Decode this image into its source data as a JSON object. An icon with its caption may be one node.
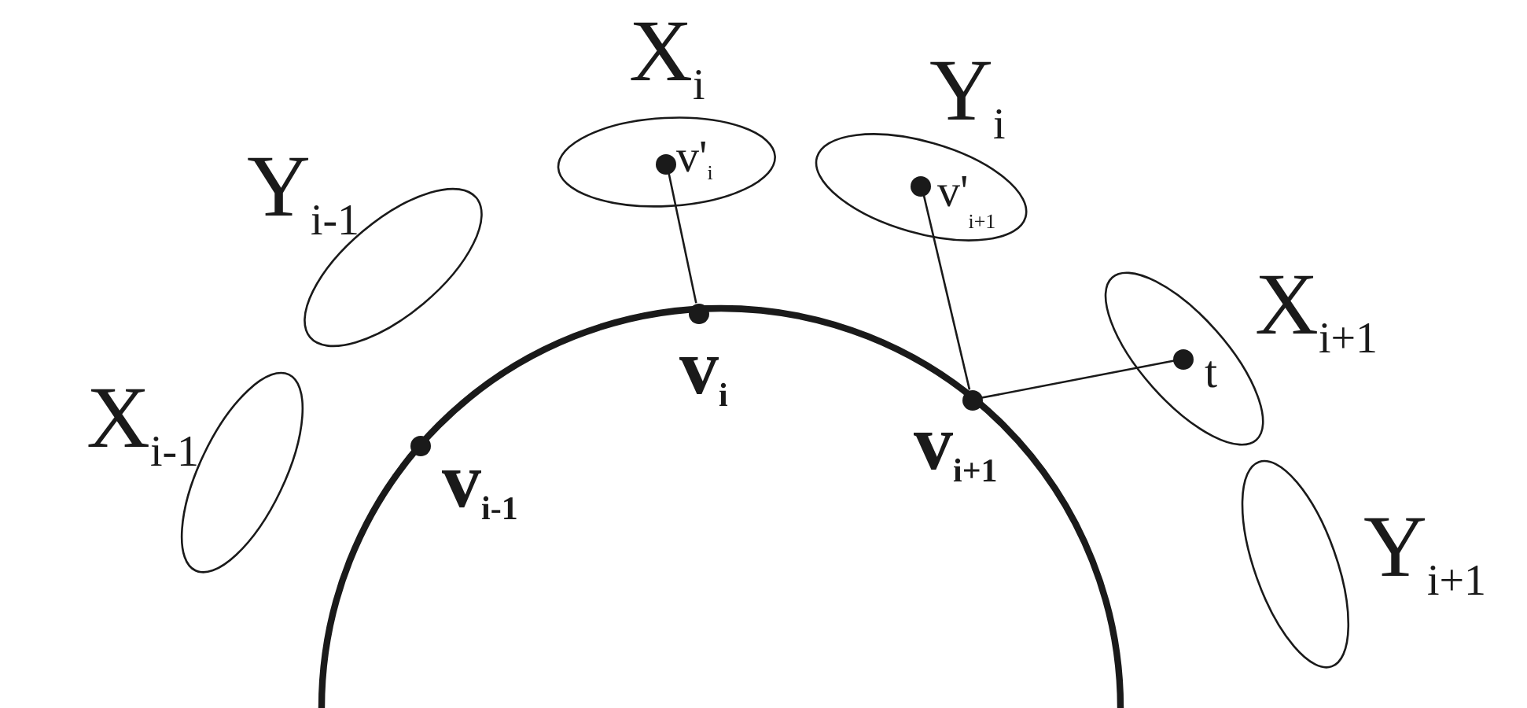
{
  "diagram": {
    "nodes": [
      {
        "text": [
          "X$_{i}$"
        ]
      },
      {
        "text": [],
        "shape": "circle",
        "beside": [
          "v'$_{i}$"
        ],
        "in": 0
      },
      {
        "text": [
          "Y$_{i}$"
        ]
      },
      {
        "text": [],
        "shape": "circle",
        "beside": [
          "v'$_{i+1}$"
        ],
        "in": 2
      },
      {
        "text": [
          "Y$_{i-1}$"
        ]
      },
      {
        "text": [
          "X$_{i+1}$"
        ]
      },
      {
        "text": [],
        "shape": "circle",
        "beside": [
          "t"
        ],
        "in": 5
      },
      {
        "text": [],
        "shape": "circle",
        "beside": [
          "v$_{i}$"
        ]
      },
      {
        "text": [
          "X$_{i-1}$"
        ]
      },
      {
        "text": [],
        "shape": "circle",
        "beside": [
          "v$_{i-1}$"
        ]
      },
      {
        "text": [],
        "shape": "circle",
        "beside": [
          "v$_{i+1}$"
        ]
      },
      {
        "text": [
          "Y$_{i+1}$"
        ]
      }
    ],
    "edges": [
      {
        "from": 1,
        "to": 7,
        "arrow": "none"
      },
      {
        "from": 3,
        "to": 10,
        "arrow": "none"
      },
      {
        "from": 10,
        "to": 6,
        "arrow": "none"
      }
    ]
  }
}
